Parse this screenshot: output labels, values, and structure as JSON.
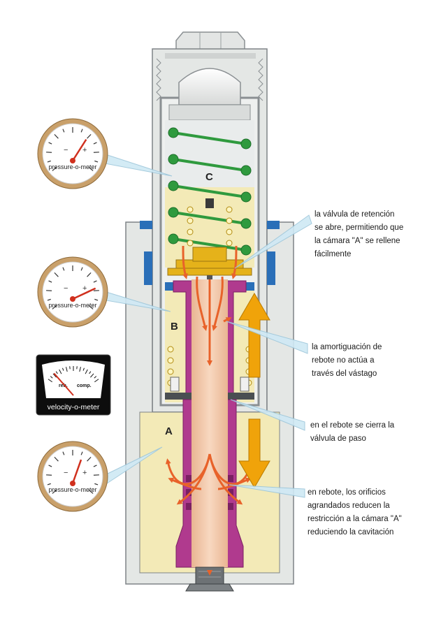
{
  "chambers": {
    "a": "A",
    "b": "B",
    "c": "C"
  },
  "gauges": [
    {
      "caption": "pressure-o-meter",
      "needle_reading": 0.25
    },
    {
      "caption": "pressure-o-meter",
      "needle_reading": 0.5
    },
    {
      "caption": "pressure-o-meter",
      "needle_reading": 0.15
    }
  ],
  "velocity_meter": {
    "caption": "velocity-o-meter",
    "left_label": "reb.",
    "right_label": "comp.",
    "needle_reading": -0.75
  },
  "callouts": [
    {
      "lines": [
        "la válvula de retención",
        "se abre, permitiendo que",
        "la cámara \"A\" se rellene",
        "fácilmente"
      ]
    },
    {
      "lines": [
        "la amortiguación de",
        "rebote no actúa a",
        "través del vástago"
      ]
    },
    {
      "lines": [
        "en el rebote se cierra la",
        "válvula de paso"
      ]
    },
    {
      "lines": [
        "en rebote, los orificios",
        "agrandados reducen la",
        "restricción a la cámara \"A\"",
        "reduciendo la cavitación"
      ]
    }
  ],
  "colors": {
    "outer_body": "#e4e7e5",
    "tube_wall": "#8a8f92",
    "oil": "#f3eab7",
    "rod": "#f4c8a8",
    "piston": "#b03a8e",
    "spring": "#2f9a3e",
    "flow_arrow": "#e8622a",
    "direction_arrow": "#f0a30a",
    "gauge_rim": "#c9a06a"
  }
}
